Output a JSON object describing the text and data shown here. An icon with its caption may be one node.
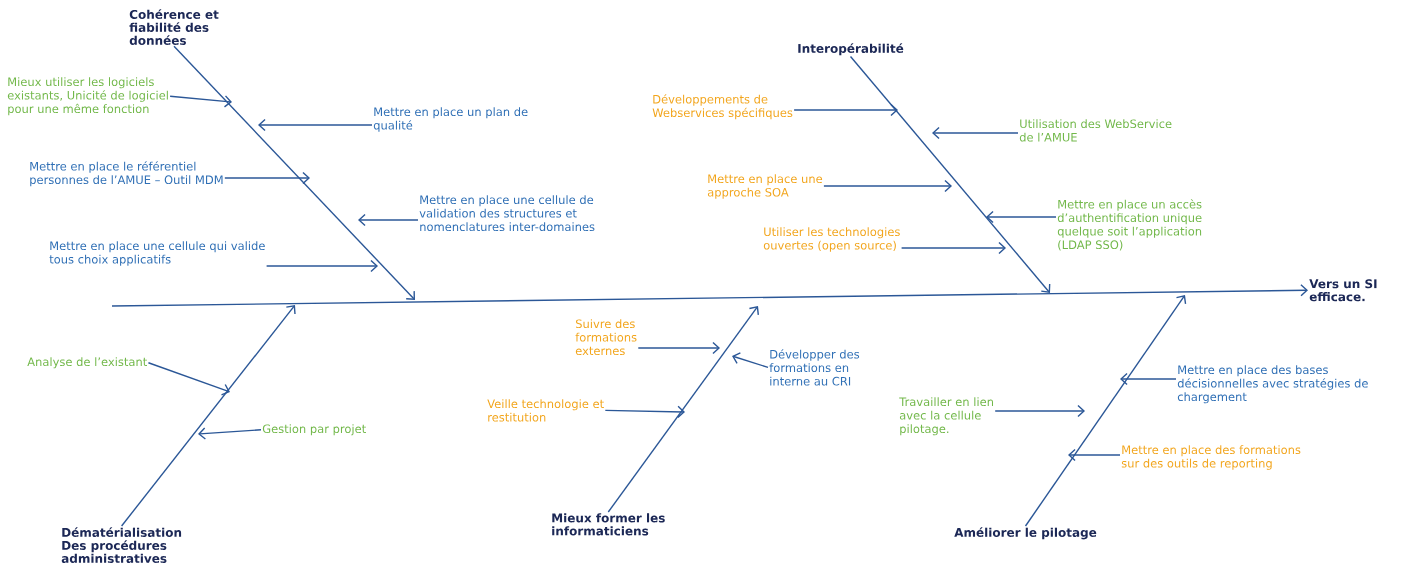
{
  "diagram": {
    "nodes": [
      {
        "text": [
          "Cohérence et fiabilité des données"
        ]
      },
      {
        "text": [
          "Mieux utiliser les logiciels existants, Unicité de logiciel pour une même fonction"
        ]
      },
      {
        "text": [
          "Mettre en place un plan de qualité"
        ]
      },
      {
        "text": [
          "Mettre en place le référentiel personnes de l’AMUE – Outil MDM"
        ]
      },
      {
        "text": [
          "Mettre en place une cellule de validation des structures et nomenclatures inter-domaines"
        ]
      },
      {
        "text": [
          "Mettre en place une cellule qui valide tous choix applicatifs"
        ]
      },
      {
        "text": [
          "Interopérabilité"
        ]
      },
      {
        "text": [
          "Développements de Webservices spécifiques"
        ]
      },
      {
        "text": [
          "Utilisation des WebService de l’AMUE"
        ]
      },
      {
        "text": [
          "Mettre en place une approche SOA"
        ]
      },
      {
        "text": [
          "Mettre en place un accès d’authentification unique quelque soit l’application (LDAP SSO)"
        ]
      },
      {
        "text": [
          "Utiliser les technologies ouvertes (open source)"
        ]
      },
      {
        "text": [
          "Vers un SI efficace."
        ]
      },
      {
        "text": [
          "Dématérialisation Des procédures administratives"
        ]
      },
      {
        "text": [
          "Analyse de l’existant"
        ]
      },
      {
        "text": [
          "Gestion par projet"
        ]
      },
      {
        "text": [
          "Mieux former les informaticiens"
        ]
      },
      {
        "text": [
          "Suivre des formations externes"
        ]
      },
      {
        "text": [
          "Développer des formations en interne au CRI"
        ]
      },
      {
        "text": [
          "Veille technologie et restitution"
        ]
      },
      {
        "text": [
          "Améliorer le pilotage"
        ]
      },
      {
        "text": [
          "Mettre en place des bases décisionnelles avec stratégies de chargement"
        ]
      },
      {
        "text": [
          "Travailler en lien avec la cellule pilotage."
        ]
      },
      {
        "text": [
          "Mettre en place des formations sur des outils de reporting"
        ]
      }
    ],
    "edges": [
      {
        "from": 0,
        "to": null,
        "arrow": "to"
      },
      {
        "from": 1,
        "to": null,
        "arrow": "to"
      },
      {
        "from": 2,
        "to": null,
        "arrow": "to"
      },
      {
        "from": 3,
        "to": null,
        "arrow": "to"
      },
      {
        "from": 4,
        "to": null,
        "arrow": "to"
      },
      {
        "from": 5,
        "to": null,
        "arrow": "to"
      },
      {
        "from": 6,
        "to": null,
        "arrow": "to"
      },
      {
        "from": 7,
        "to": null,
        "arrow": "to"
      },
      {
        "from": 8,
        "to": null,
        "arrow": "to"
      },
      {
        "from": 9,
        "to": null,
        "arrow": "to"
      },
      {
        "from": 10,
        "to": null,
        "arrow": "to"
      },
      {
        "from": 11,
        "to": null,
        "arrow": "to"
      },
      {
        "from": null,
        "to": 12,
        "arrow": "to"
      },
      {
        "from": 13,
        "to": null,
        "arrow": "to"
      },
      {
        "from": 14,
        "to": null,
        "arrow": "to"
      },
      {
        "from": 15,
        "to": null,
        "arrow": "to"
      },
      {
        "from": 16,
        "to": null,
        "arrow": "to"
      },
      {
        "from": 17,
        "to": null,
        "arrow": "to"
      },
      {
        "from": 18,
        "to": null,
        "arrow": "to"
      },
      {
        "from": 19,
        "to": null,
        "arrow": "to"
      },
      {
        "from": 20,
        "to": null,
        "arrow": "to"
      },
      {
        "from": 21,
        "to": null,
        "arrow": "to"
      },
      {
        "from": 22,
        "to": null,
        "arrow": "to"
      },
      {
        "from": 23,
        "to": null,
        "arrow": "to"
      }
    ]
  }
}
